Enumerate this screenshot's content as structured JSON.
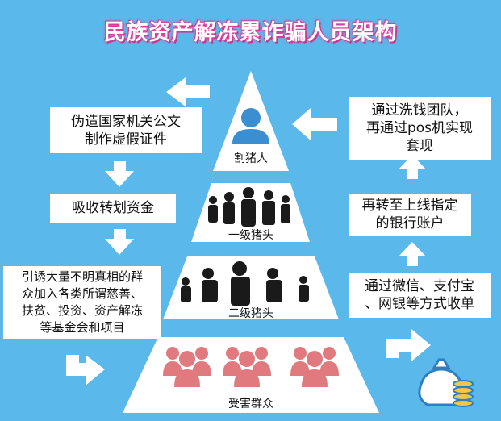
{
  "title": "民族资产解冻累诈骗人员架构",
  "pyramid": {
    "top_label": "割猪人",
    "level1_label": "一级猪头",
    "level2_label": "二级猪头",
    "base_label": "受害群众"
  },
  "left_steps": [
    "伪造国家机关公文\n制作虚假证件",
    "吸收转划资金",
    "引诱大量不明真相的群\n众加入各类所谓慈善、\n扶贫、投资、资产解冻\n等基金会和项目"
  ],
  "right_steps": [
    "通过微信、支付宝\n、网银等方式收单",
    "再转至上线指定\n的银行账户",
    "通过洗钱团队，\n再通过pos机实现\n套现"
  ],
  "colors": {
    "background": "#5bb8ea",
    "pyramid": "#ffffff",
    "victim_icon": "#e07a7e",
    "top_icon": "#3b8fd0",
    "arrow": "#ffffff",
    "title_glow": "#e24aa6"
  },
  "icons": [
    "person-icon",
    "suited-crowd-icon",
    "victim-group-icon",
    "money-bag-icon",
    "arrow-icon"
  ]
}
